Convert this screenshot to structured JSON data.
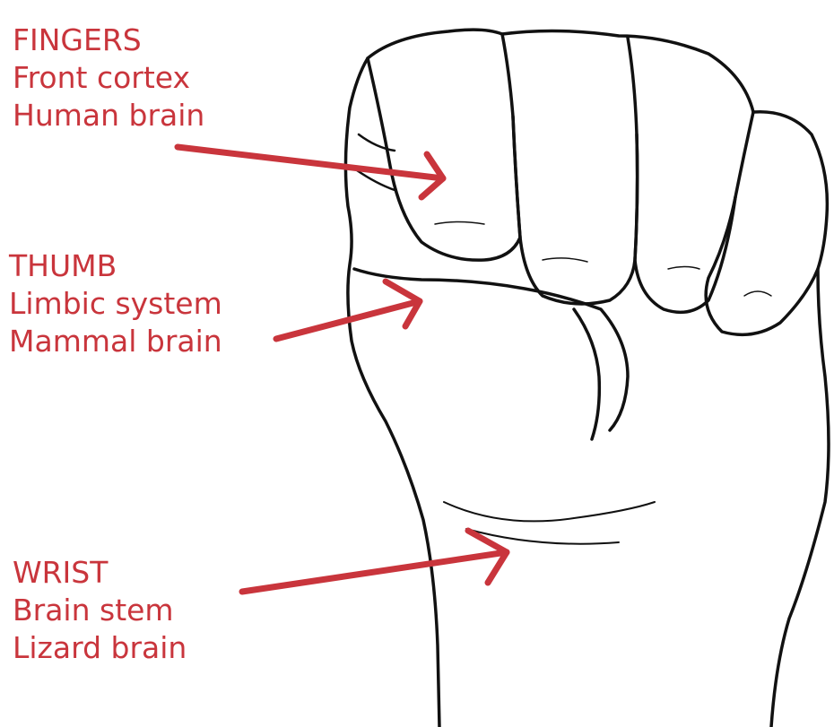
{
  "colors": {
    "annotation": "#c9353c",
    "outline": "#111111",
    "background": "#ffffff"
  },
  "labels": {
    "fingers": {
      "title": "FINGERS",
      "line1": "Front cortex",
      "line2": "Human brain"
    },
    "thumb": {
      "title": "THUMB",
      "line1": "Limbic system",
      "line2": "Mammal brain"
    },
    "wrist": {
      "title": "WRIST",
      "line1": "Brain stem",
      "line2": "Lizard brain"
    }
  },
  "illustration": {
    "subject": "clenched-fist-hand-model-of-the-brain"
  }
}
